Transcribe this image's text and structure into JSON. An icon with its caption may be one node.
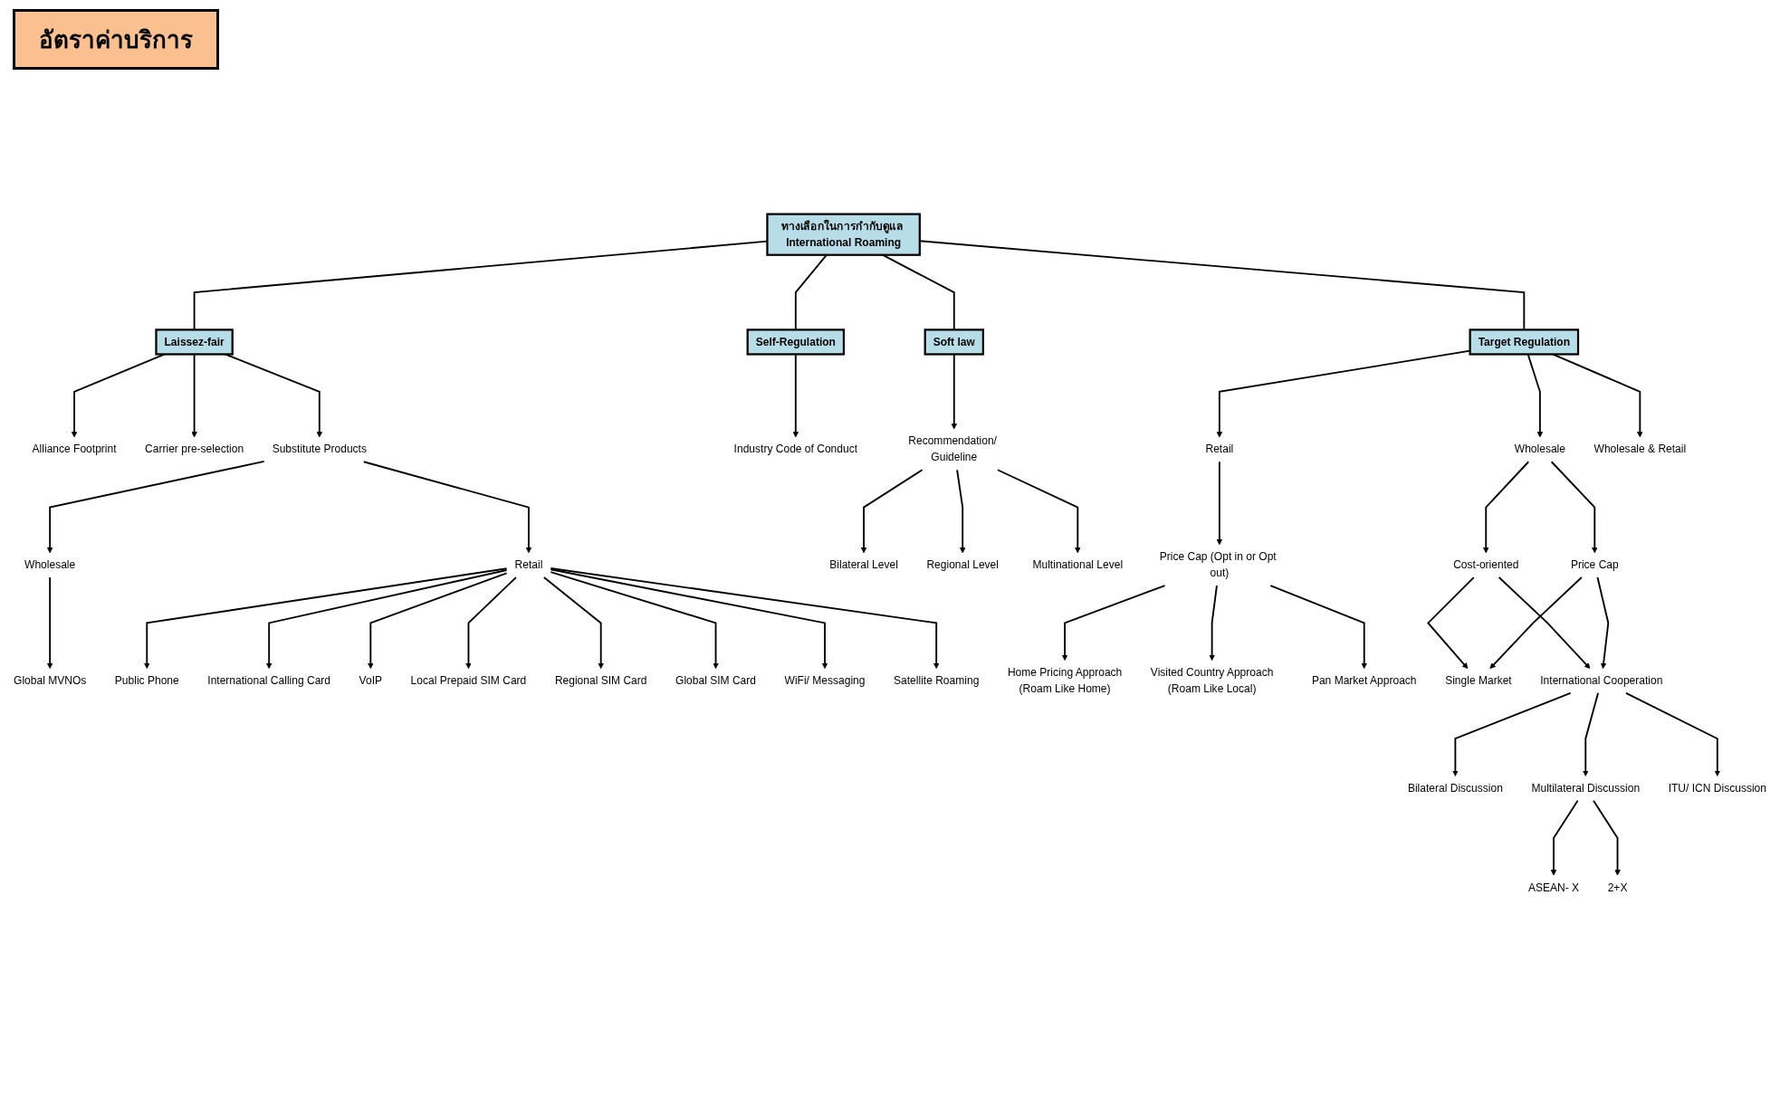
{
  "diagram": {
    "nodes": [
      {
        "text": [
          "อัตราค่าบริการ"
        ]
      },
      {
        "text": [
          "ทางเลือกในการกำกับดูแล International Roaming"
        ]
      },
      {
        "text": [
          "Laissez-fair"
        ]
      },
      {
        "text": [
          "Self-Regulation"
        ]
      },
      {
        "text": [
          "Soft law"
        ]
      },
      {
        "text": [
          "Target Regulation"
        ]
      },
      {
        "text": [
          "Alliance Footprint"
        ]
      },
      {
        "text": [
          "Carrier pre-selection"
        ]
      },
      {
        "text": [
          "Substitute Products"
        ]
      },
      {
        "text": [
          "Wholesale"
        ]
      },
      {
        "text": [
          "Global MVNOs"
        ]
      },
      {
        "text": [
          "Retail"
        ]
      },
      {
        "text": [
          "Public Phone"
        ]
      },
      {
        "text": [
          "International Calling Card"
        ]
      },
      {
        "text": [
          "VoIP"
        ]
      },
      {
        "text": [
          "Local Prepaid SIM Card"
        ]
      },
      {
        "text": [
          "Regional SIM Card"
        ]
      },
      {
        "text": [
          "Global SIM Card"
        ]
      },
      {
        "text": [
          "WiFi/ Messaging"
        ]
      },
      {
        "text": [
          "Satellite Roaming"
        ]
      },
      {
        "text": [
          "Industry Code of Conduct"
        ]
      },
      {
        "text": [
          "Recommendation/ Guideline"
        ]
      },
      {
        "text": [
          "Bilateral Level"
        ]
      },
      {
        "text": [
          "Regional Level"
        ]
      },
      {
        "text": [
          "Multinational Level"
        ]
      },
      {
        "text": [
          "Retail"
        ]
      },
      {
        "text": [
          "Price Cap (Opt in or Opt out)"
        ]
      },
      {
        "text": [
          "Home Pricing Approach",
          "(Roam Like Home)"
        ]
      },
      {
        "text": [
          "Visited Country Approach",
          "(Roam Like Local)"
        ]
      },
      {
        "text": [
          "Pan Market Approach"
        ]
      },
      {
        "text": [
          "Wholesale"
        ]
      },
      {
        "text": [
          "Wholesale & Retail"
        ]
      },
      {
        "text": [
          "Cost-oriented"
        ]
      },
      {
        "text": [
          "Price Cap"
        ]
      },
      {
        "text": [
          "Single Market"
        ]
      },
      {
        "text": [
          "International Cooperation"
        ]
      },
      {
        "text": [
          "Bilateral Discussion"
        ]
      },
      {
        "text": [
          "Multilateral Discussion"
        ]
      },
      {
        "text": [
          "ASEAN- X"
        ]
      },
      {
        "text": [
          "2+X"
        ]
      },
      {
        "text": [
          "ITU/ ICN Discussion"
        ]
      }
    ],
    "edges": [
      {
        "from": 1,
        "to": 2,
        "arrow": "none"
      },
      {
        "from": 1,
        "to": 3,
        "arrow": "none"
      },
      {
        "from": 1,
        "to": 4,
        "arrow": "none"
      },
      {
        "from": 1,
        "to": 5,
        "arrow": "none"
      },
      {
        "from": 2,
        "to": 6,
        "arrow": "to"
      },
      {
        "from": 2,
        "to": 7,
        "arrow": "to"
      },
      {
        "from": 2,
        "to": 8,
        "arrow": "to"
      },
      {
        "from": 8,
        "to": 9,
        "arrow": "to"
      },
      {
        "from": 8,
        "to": 11,
        "arrow": "to"
      },
      {
        "from": 9,
        "to": 10,
        "arrow": "to"
      },
      {
        "from": 11,
        "to": 12,
        "arrow": "to"
      },
      {
        "from": 11,
        "to": 13,
        "arrow": "to"
      },
      {
        "from": 11,
        "to": 14,
        "arrow": "to"
      },
      {
        "from": 11,
        "to": 15,
        "arrow": "to"
      },
      {
        "from": 11,
        "to": 16,
        "arrow": "to"
      },
      {
        "from": 11,
        "to": 17,
        "arrow": "to"
      },
      {
        "from": 11,
        "to": 18,
        "arrow": "to"
      },
      {
        "from": 11,
        "to": 19,
        "arrow": "to"
      },
      {
        "from": 3,
        "to": 20,
        "arrow": "to"
      },
      {
        "from": 4,
        "to": 21,
        "arrow": "to"
      },
      {
        "from": 21,
        "to": 22,
        "arrow": "to"
      },
      {
        "from": 21,
        "to": 23,
        "arrow": "to"
      },
      {
        "from": 21,
        "to": 24,
        "arrow": "to"
      },
      {
        "from": 5,
        "to": 25,
        "arrow": "to"
      },
      {
        "from": 5,
        "to": 30,
        "arrow": "to"
      },
      {
        "from": 5,
        "to": 31,
        "arrow": "to"
      },
      {
        "from": 25,
        "to": 26,
        "arrow": "to"
      },
      {
        "from": 26,
        "to": 27,
        "arrow": "to"
      },
      {
        "from": 26,
        "to": 28,
        "arrow": "to"
      },
      {
        "from": 26,
        "to": 29,
        "arrow": "to"
      },
      {
        "from": 30,
        "to": 32,
        "arrow": "to"
      },
      {
        "from": 30,
        "to": 33,
        "arrow": "to"
      },
      {
        "from": 32,
        "to": 34,
        "arrow": "to"
      },
      {
        "from": 32,
        "to": 35,
        "arrow": "to"
      },
      {
        "from": 33,
        "to": 34,
        "arrow": "to"
      },
      {
        "from": 33,
        "to": 35,
        "arrow": "to"
      },
      {
        "from": 35,
        "to": 36,
        "arrow": "to"
      },
      {
        "from": 35,
        "to": 37,
        "arrow": "to"
      },
      {
        "from": 35,
        "to": 40,
        "arrow": "to"
      },
      {
        "from": 37,
        "to": 38,
        "arrow": "to"
      },
      {
        "from": 37,
        "to": 39,
        "arrow": "to"
      }
    ]
  }
}
